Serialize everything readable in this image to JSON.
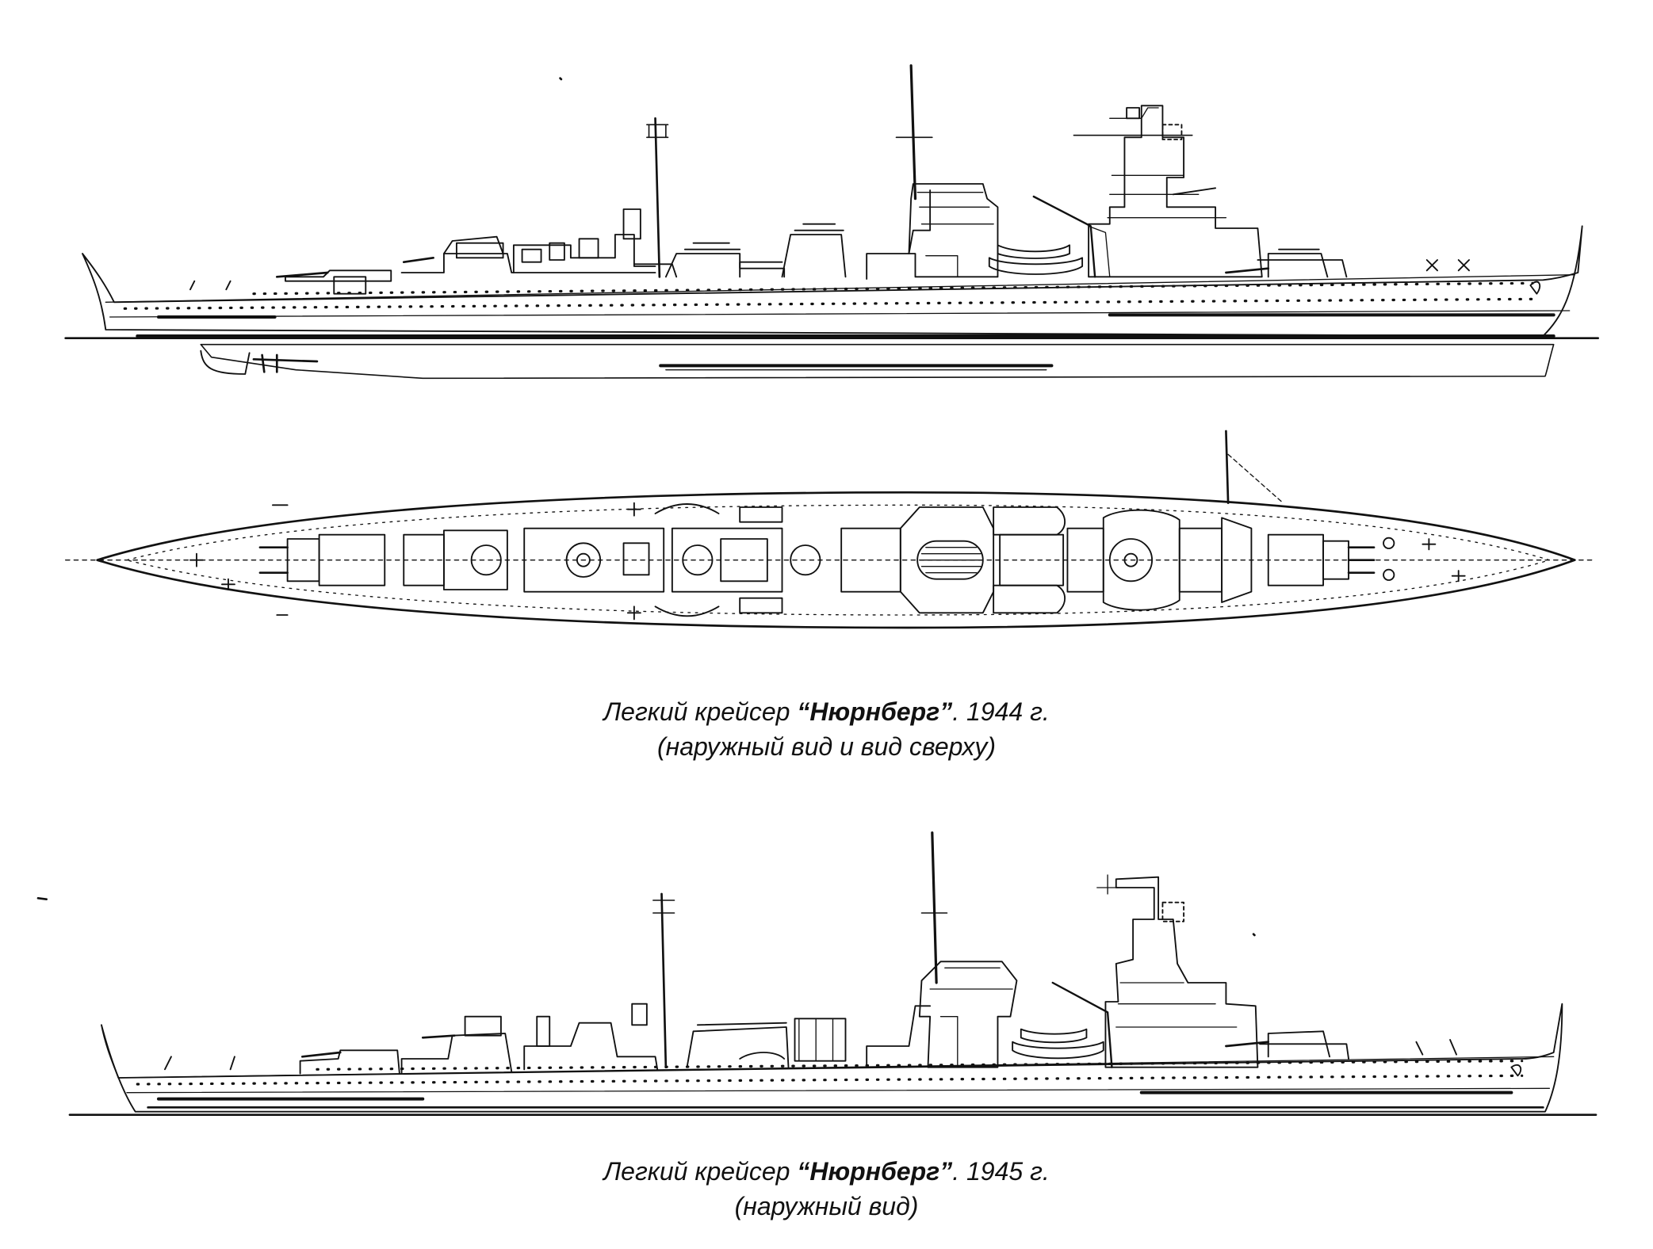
{
  "captions": [
    {
      "prefix": "Легкий крейсер ",
      "name": "“Нюрнберг”",
      "suffix": ". 1944 г.",
      "second_line": "(наружный вид и вид сверху)"
    },
    {
      "prefix": "Легкий крейсер ",
      "name": "“Нюрнберг”",
      "suffix": ". 1945 г.",
      "second_line": "(наружный вид)"
    }
  ],
  "colors": {
    "ink": "#111111",
    "paper": "#ffffff"
  }
}
